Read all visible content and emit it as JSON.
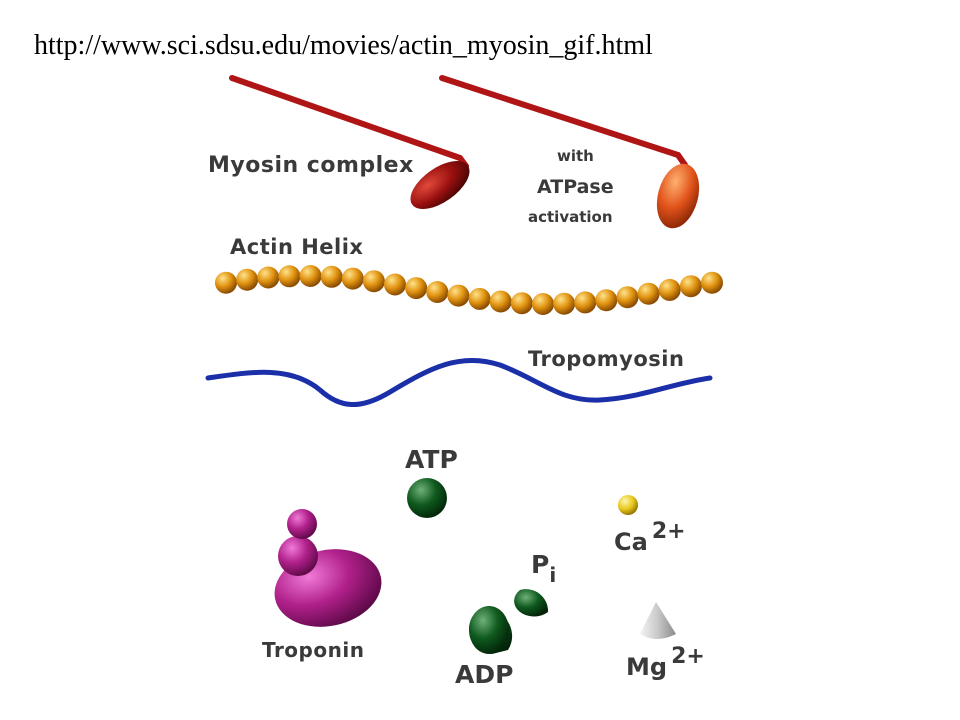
{
  "url": "http://www.sci.sdsu.edu/movies/actin_myosin_gif.html",
  "labels": {
    "myosin": "Myosin complex",
    "atpase_line1": "with",
    "atpase_line2": "ATPase",
    "atpase_line3": "activation",
    "actin": "Actin Helix",
    "tropomyosin": "Tropomyosin",
    "atp": "ATP",
    "pi_main": "P",
    "pi_sub": "i",
    "ca_main": "Ca",
    "ca_sup": "2+",
    "troponin": "Troponin",
    "adp": "ADP",
    "mg_main": "Mg",
    "mg_sup": "2+"
  },
  "colors": {
    "myosin_rod": "#b01515",
    "myosin_head": "#9a1010",
    "atpase_head": "#e0521a",
    "actin_bead": "#e0920f",
    "tropomyosin": "#1a2fa8",
    "atp": "#0f5a1e",
    "troponin": "#b0208a",
    "calcium": "#e8c81a",
    "magnesium": "#c8c8c8"
  }
}
